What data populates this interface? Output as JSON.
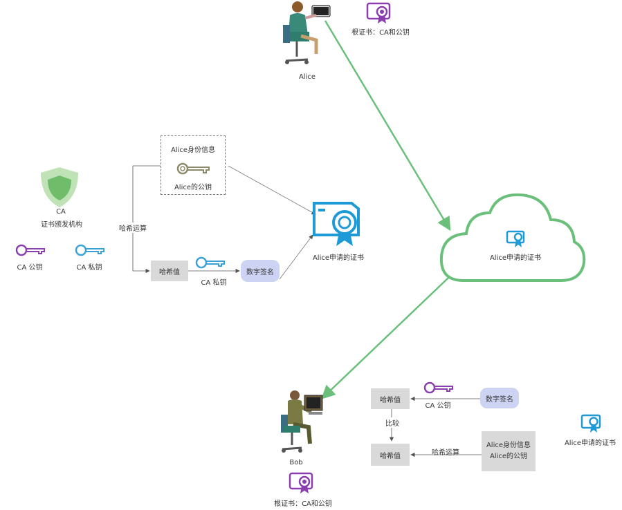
{
  "alice": {
    "name": "Alice"
  },
  "root_cert_top": {
    "label": "根证书：CA和公钥"
  },
  "ca": {
    "name": "CA",
    "subtitle": "证书颁发机构",
    "public_key": "CA 公钥",
    "private_key": "CA 私钥"
  },
  "identity_box": {
    "info": "Alice身份信息",
    "pubkey": "Alice的公钥"
  },
  "hash_op": "哈希运算",
  "hash_box": "哈希值",
  "sign_key_label": "CA 私钥",
  "digital_signature": "数字签名",
  "alice_cert": "Alice申请的证书",
  "cloud_cert": "Alice申请的证书",
  "bob": {
    "name": "Bob"
  },
  "root_cert_bottom": {
    "label": "根证书：CA和公钥"
  },
  "verify": {
    "hash_top": "哈希值",
    "pubkey_label": "CA 公钥",
    "digital_signature": "数字签名",
    "compare": "比较",
    "hash_bottom": "哈希值",
    "hash_op": "哈希运算",
    "info": "Alice身份信息",
    "pubkey": "Alice的公钥"
  },
  "side_cert": "Alice申请的证书",
  "colors": {
    "green_arrow": "#6abf7b",
    "cert_blue": "#1e9bd7",
    "key_purple": "#8a3fb0",
    "key_blue": "#3aa0d8",
    "shield_green": "#7cc87a",
    "box_gray": "#d9d9d9",
    "sig_blue": "#cdd3f2"
  }
}
